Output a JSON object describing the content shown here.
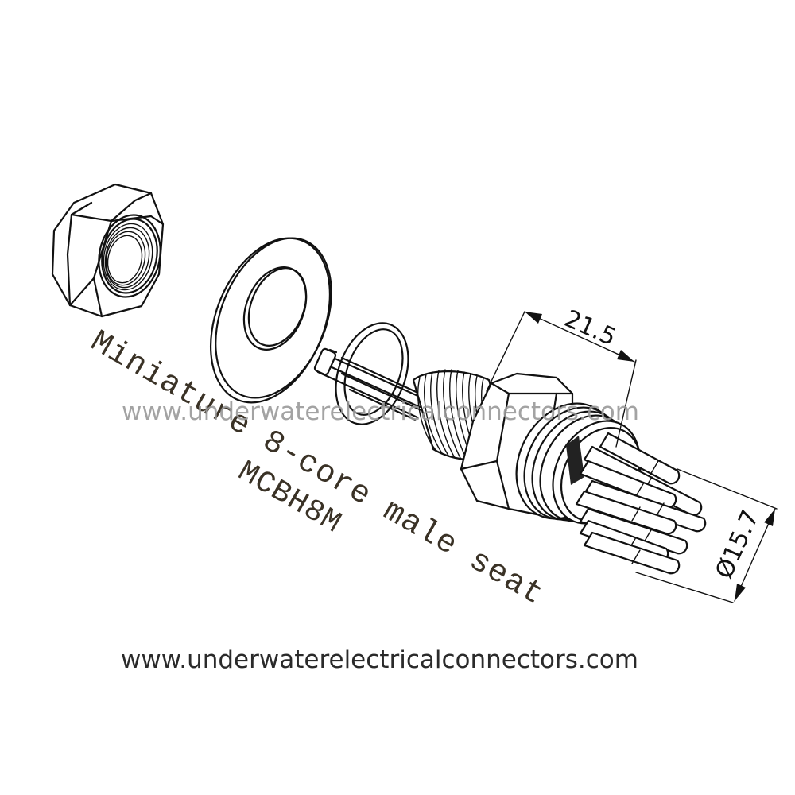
{
  "drawing": {
    "title_line1": "Miniature 8-core male seat",
    "model": "MCBH8M",
    "parts": [
      "hex-nut",
      "flat-washer",
      "o-ring",
      "male-bulkhead-connector"
    ],
    "pin_count": 8
  },
  "dimensions": {
    "length": "21.5",
    "diameter": "Ø15.7",
    "diameter_symbol": "Ø",
    "diameter_value": "15.7"
  },
  "watermark": "www.underwaterelectricalconnectors.com",
  "footer": {
    "url": "www.underwaterelectricalconnectors.com"
  },
  "colors": {
    "line": "#111111",
    "label": "#3a3226",
    "watermark": "#9a9a9a",
    "footer": "#2a2a2a",
    "background": "#ffffff"
  }
}
